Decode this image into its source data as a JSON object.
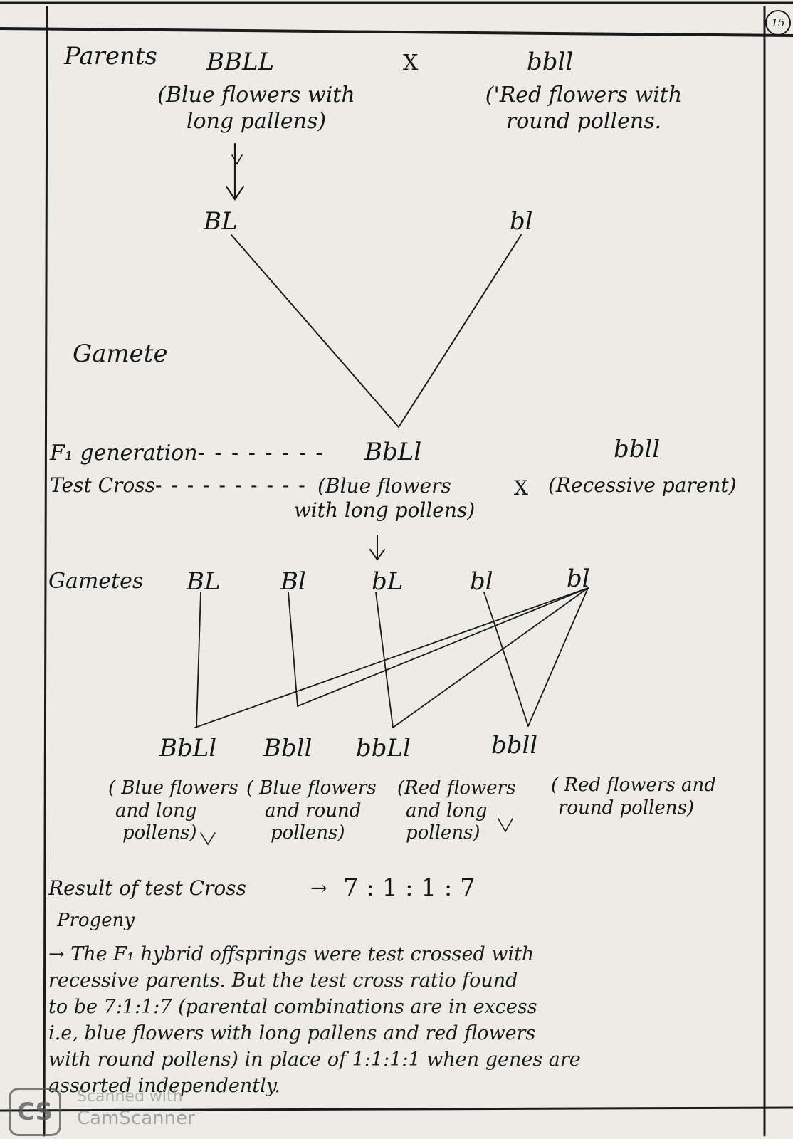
{
  "page_number": "15",
  "parents": {
    "label": "Parents",
    "left_genotype": "BBLL",
    "cross_symbol": "X",
    "right_genotype": "bbll",
    "left_phenotype_line1": "(Blue flowers with",
    "left_phenotype_line2": "long pallens)",
    "right_phenotype_line1": "('Red flowers with",
    "right_phenotype_line2": "round pollens."
  },
  "gamete_row": {
    "label": "Gamete",
    "left": "BL",
    "right": "bl"
  },
  "f1": {
    "label": "F₁ generation",
    "dashes": "- - - - - - - -",
    "genotype": "BbLl",
    "recessive_genotype": "bbll"
  },
  "test_cross": {
    "label": "Test Cross",
    "dashes": "- - - - - - - - - -",
    "phenotype_line1": "(Blue flowers",
    "phenotype_line2": "with long pollens)",
    "cross_symbol": "X",
    "recessive_label": "(Recessive parent)"
  },
  "gametes": {
    "label": "Gametes",
    "items": [
      "BL",
      "Bl",
      "bL",
      "bl",
      "bl"
    ]
  },
  "progeny": {
    "genotypes": [
      "BbLl",
      "Bbll",
      "bbLl",
      "bbll"
    ],
    "phenotypes": [
      {
        "line1": "( Blue flowers",
        "line2": "and long",
        "line3": "pollens)"
      },
      {
        "line1": "( Blue flowers",
        "line2": "and round",
        "line3": "pollens)"
      },
      {
        "line1": "(Red flowers",
        "line2": "and long",
        "line3": "pollens)"
      },
      {
        "line1": "( Red flowers and",
        "line2": "round pollens)",
        "line3": ""
      }
    ]
  },
  "result": {
    "label": "Result of test Cross",
    "arrow": "→",
    "ratio": "7 : 1 : 1 : 7",
    "progeny_label": "Progeny"
  },
  "explanation": {
    "lines": [
      "→ The F₁ hybrid offsprings were test crossed with",
      "recessive parents. But the test cross ratio found",
      "to be 7:1:1:7 (parental combinations are in excess",
      "i.e, blue flowers with long pallens and red flowers",
      "with round pollens) in place of 1:1:1:1 when genes are",
      "assorted independently."
    ]
  },
  "watermark": {
    "logo": "CS",
    "line1": "Scanned with",
    "line2": "CamScanner"
  }
}
